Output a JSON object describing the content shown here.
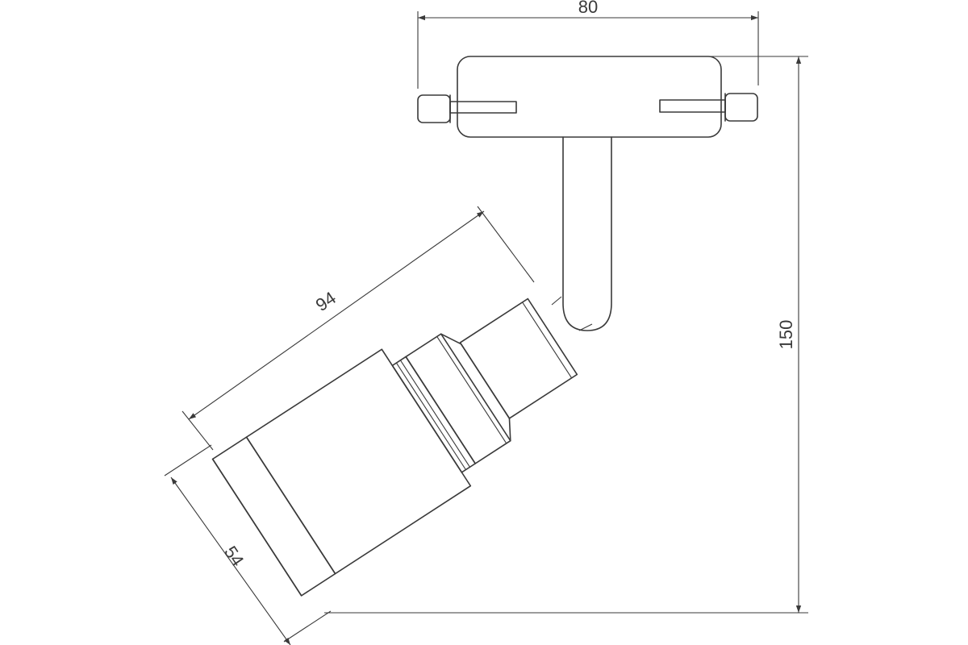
{
  "dimensions": {
    "width_label": "80",
    "height_label": "150",
    "length_label": "94",
    "diameter_label": "54"
  },
  "colors": {
    "line": "#3a3a3a",
    "background": "#ffffff"
  }
}
